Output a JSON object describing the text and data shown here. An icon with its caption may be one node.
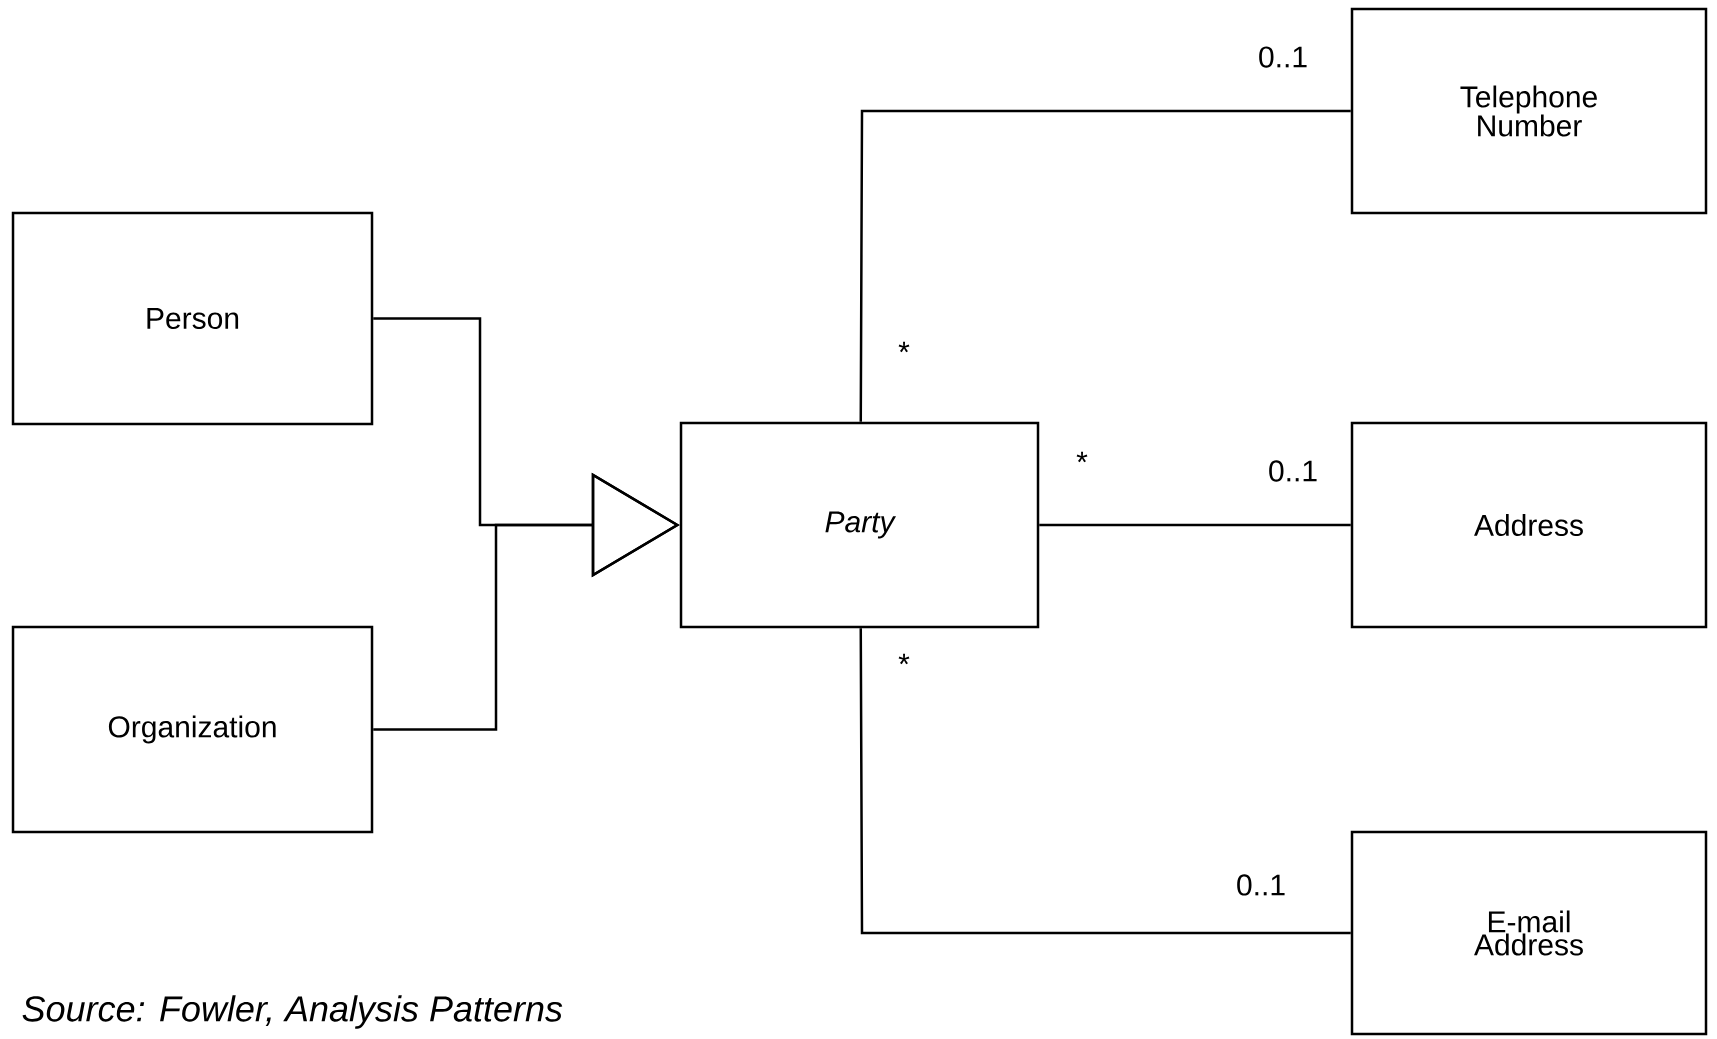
{
  "diagram": {
    "caption": "Source: Fowler, Analysis Patterns",
    "nodes": [
      {
        "text": [
          "Person"
        ]
      },
      {
        "text": [
          "Organization"
        ]
      },
      {
        "text": [
          "Party"
        ]
      },
      {
        "text": [
          "Telephone Number"
        ]
      },
      {
        "text": [
          "Address"
        ]
      },
      {
        "text": [
          "E-mail Address"
        ]
      }
    ],
    "edges": [
      {
        "from": 0,
        "to": 2,
        "arrow": "to"
      },
      {
        "from": 1,
        "to": 2,
        "arrow": "to"
      },
      {
        "from": 2,
        "to": 3,
        "arrow": "none"
      },
      {
        "from": 2,
        "to": 4,
        "arrow": "none"
      },
      {
        "from": 2,
        "to": 5,
        "arrow": "none"
      }
    ],
    "labels": [
      "0..1",
      "*",
      "*",
      "0..1",
      "*",
      "0..1"
    ]
  }
}
